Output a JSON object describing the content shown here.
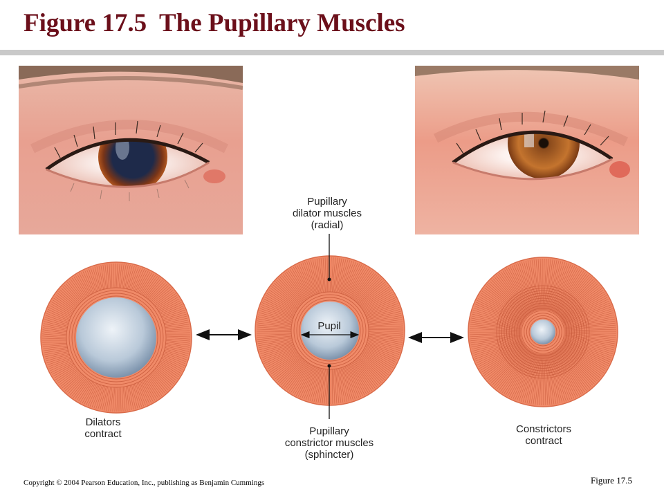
{
  "header": {
    "title": "Figure 17.5  The Pupillary Muscles"
  },
  "labels": {
    "dilator": [
      "Pupillary",
      "dilator muscles",
      "(radial)"
    ],
    "pupil": "Pupil",
    "constrictor": [
      "Pupillary",
      "constrictor muscles",
      "(sphincter)"
    ],
    "dilators_contract": [
      "Dilators",
      "contract"
    ],
    "constrictors_contract": [
      "Constrictors",
      "contract"
    ]
  },
  "footer": {
    "copyright": "Copyright © 2004 Pearson Education, Inc., publishing as Benjamin Cummings",
    "figure_ref": "Figure 17.5"
  },
  "colors": {
    "title": "#6b0f1a",
    "iris_muscle": "#f08a68",
    "iris_line": "#c85a3c",
    "pupil_light": "#e6eef5",
    "pupil_dark": "#7c94ad"
  }
}
